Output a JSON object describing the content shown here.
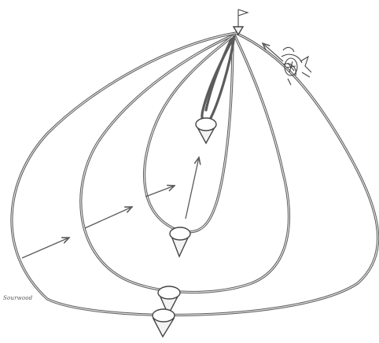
{
  "signature": "Sourwood",
  "diagram": {
    "nested_loops": 4,
    "flow_arrows": 5,
    "cones": 4,
    "icons": [
      "flag-icon",
      "insect-swarm-icon"
    ]
  }
}
